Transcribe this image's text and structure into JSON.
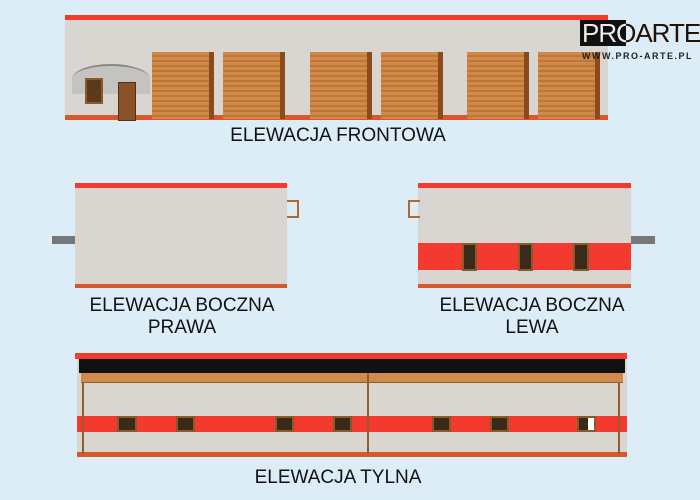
{
  "labels": {
    "front": "ELEWACJA FRONTOWA",
    "right_1": "ELEWACJA BOCZNA",
    "right_2": "PRAWA",
    "left_1": "ELEWACJA BOCZNA",
    "left_2": "LEWA",
    "rear": "ELEWACJA TYLNA"
  },
  "logo": {
    "name": "PROARTE",
    "url": "WWW.PRO-ARTE.PL"
  },
  "colors": {
    "background": "#dcedf8",
    "accent_red": "#f23a2e",
    "wall": "#d9d6d2",
    "wood": "#c9823f"
  }
}
